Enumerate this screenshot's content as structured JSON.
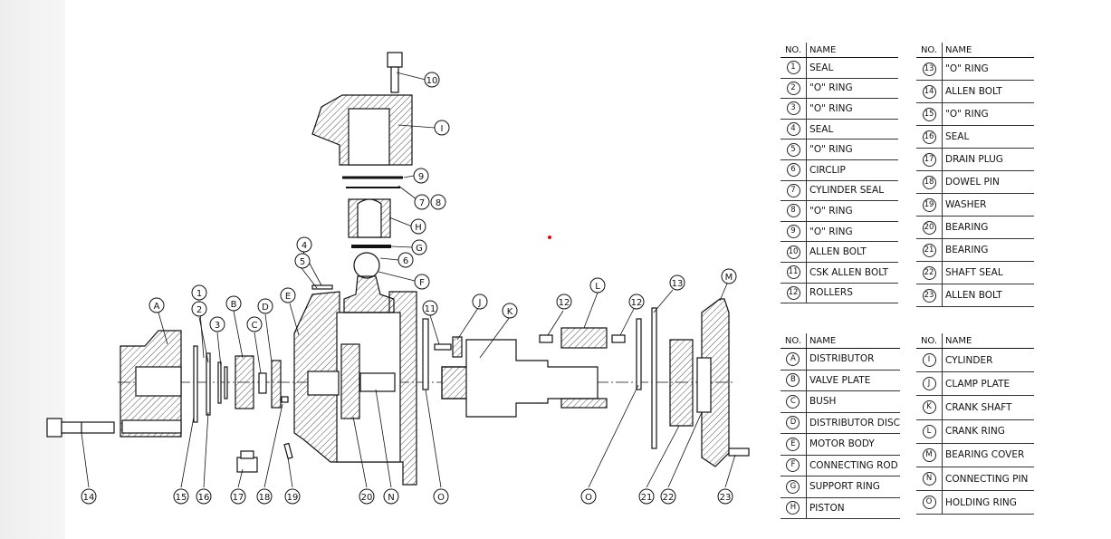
{
  "labels": {
    "balloons": [
      "1",
      "2",
      "3",
      "4",
      "5",
      "6",
      "7",
      "8",
      "9",
      "10",
      "11",
      "12",
      "13",
      "14",
      "15",
      "16",
      "17",
      "18",
      "19",
      "20",
      "21",
      "22",
      "23",
      "A",
      "B",
      "C",
      "D",
      "E",
      "F",
      "G",
      "H",
      "I",
      "J",
      "K",
      "L",
      "M",
      "N",
      "O"
    ]
  },
  "tables": [
    {
      "header": {
        "no": "NO.",
        "name": "NAME"
      },
      "rows": [
        {
          "no": "1",
          "name": "SEAL"
        },
        {
          "no": "2",
          "name": "\"O\" RING"
        },
        {
          "no": "3",
          "name": "\"O\" RING"
        },
        {
          "no": "4",
          "name": "SEAL"
        },
        {
          "no": "5",
          "name": "\"O\" RING"
        },
        {
          "no": "6",
          "name": "CIRCLIP"
        },
        {
          "no": "7",
          "name": "CYLINDER SEAL"
        },
        {
          "no": "8",
          "name": "\"O\" RING"
        },
        {
          "no": "9",
          "name": "\"O\" RING"
        },
        {
          "no": "10",
          "name": "ALLEN BOLT"
        },
        {
          "no": "11",
          "name": "CSK ALLEN BOLT"
        },
        {
          "no": "12",
          "name": "ROLLERS"
        }
      ]
    },
    {
      "header": {
        "no": "NO.",
        "name": "NAME"
      },
      "rows": [
        {
          "no": "13",
          "name": "\"O\" RING"
        },
        {
          "no": "14",
          "name": "ALLEN BOLT"
        },
        {
          "no": "15",
          "name": "\"O\" RING"
        },
        {
          "no": "16",
          "name": "SEAL"
        },
        {
          "no": "17",
          "name": "DRAIN PLUG"
        },
        {
          "no": "18",
          "name": "DOWEL PIN"
        },
        {
          "no": "19",
          "name": "WASHER"
        },
        {
          "no": "20",
          "name": "BEARING"
        },
        {
          "no": "21",
          "name": "BEARING"
        },
        {
          "no": "22",
          "name": "SHAFT SEAL"
        },
        {
          "no": "23",
          "name": "ALLEN BOLT"
        }
      ]
    },
    {
      "header": {
        "no": "NO.",
        "name": "NAME"
      },
      "rows": [
        {
          "no": "A",
          "name": "DISTRIBUTOR"
        },
        {
          "no": "B",
          "name": "VALVE PLATE"
        },
        {
          "no": "C",
          "name": "BUSH"
        },
        {
          "no": "D",
          "name": "DISTRIBUTOR DISC"
        },
        {
          "no": "E",
          "name": "MOTOR BODY"
        },
        {
          "no": "F",
          "name": "CONNECTING ROD"
        },
        {
          "no": "G",
          "name": "SUPPORT RING"
        },
        {
          "no": "H",
          "name": "PISTON"
        }
      ]
    },
    {
      "header": {
        "no": "NO.",
        "name": "NAME"
      },
      "rows": [
        {
          "no": "I",
          "name": "CYLINDER"
        },
        {
          "no": "J",
          "name": "CLAMP PLATE"
        },
        {
          "no": "K",
          "name": "CRANK SHAFT"
        },
        {
          "no": "L",
          "name": "CRANK RING"
        },
        {
          "no": "M",
          "name": "BEARING COVER"
        },
        {
          "no": "N",
          "name": "CONNECTING PIN"
        },
        {
          "no": "O",
          "name": "HOLDING RING"
        }
      ]
    }
  ]
}
